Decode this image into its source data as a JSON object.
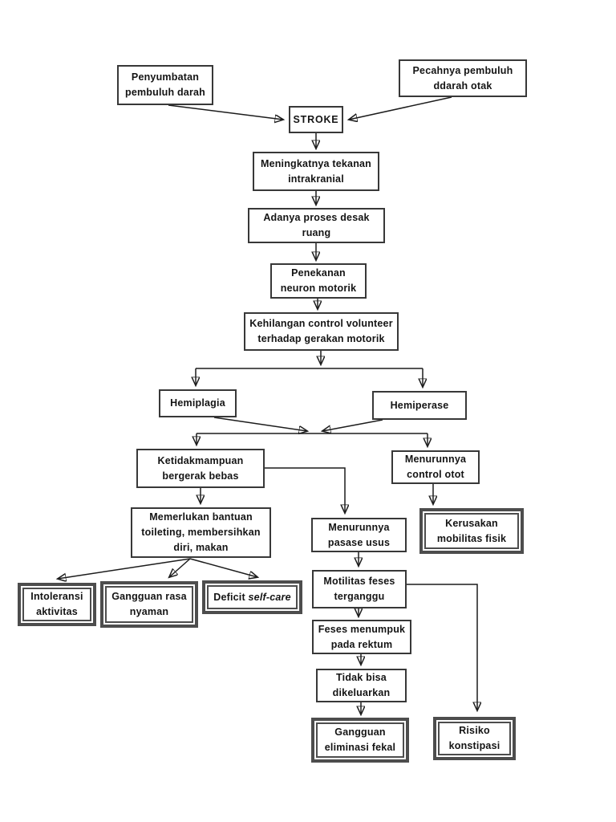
{
  "flowchart": {
    "subject": "STROKE pathway / nursing diagnosis flowchart",
    "colors": {
      "background": "#ffffff",
      "box_border": "#383838",
      "double_box_border": "#4d4d4d",
      "text": "#141414",
      "arrow": "#1c1c1c"
    },
    "nodes": {
      "penyumbatan": {
        "label": "Penyumbatan pembuluh darah",
        "lines": [
          "Penyumbatan",
          "pembuluh darah"
        ],
        "style": "single"
      },
      "pecahnya": {
        "label": "Pecahnya pembuluh ddarah otak",
        "lines": [
          "Pecahnya pembuluh",
          "ddarah otak"
        ],
        "style": "single"
      },
      "stroke": {
        "label": "STROKE",
        "lines": [
          "STROKE"
        ],
        "style": "single"
      },
      "tekanan": {
        "label": "Meningkatnya tekanan intrakranial",
        "lines": [
          "Meningkatnya tekanan",
          "intrakranial"
        ],
        "style": "single"
      },
      "desak": {
        "label": "Adanya proses desak ruang",
        "lines": [
          "Adanya proses desak",
          "ruang"
        ],
        "style": "single"
      },
      "penekanan": {
        "label": "Penekanan neuron motorik",
        "lines": [
          "Penekanan",
          "neuron motorik"
        ],
        "style": "single"
      },
      "kehilangan": {
        "label": "Kehilangan control volunteer terhadap gerakan motorik",
        "lines": [
          "Kehilangan control volunteer",
          "terhadap gerakan motorik"
        ],
        "style": "single"
      },
      "hemiplagia": {
        "label": "Hemiplagia",
        "lines": [
          "Hemiplagia"
        ],
        "style": "single"
      },
      "hemiperase": {
        "label": "Hemiperase",
        "lines": [
          "Hemiperase"
        ],
        "style": "single"
      },
      "ketidakmampuan": {
        "label": "Ketidakmampuan bergerak bebas",
        "lines": [
          "Ketidakmampuan",
          "bergerak bebas"
        ],
        "style": "single"
      },
      "control_otot": {
        "label": "Menurunnya control otot",
        "lines": [
          "Menurunnya",
          "control otot"
        ],
        "style": "single"
      },
      "memerlukan": {
        "label": "Memerlukan bantuan toileting, membersihkan diri, makan",
        "lines": [
          "Memerlukan bantuan",
          "toileting, membersihkan",
          "diri, makan"
        ],
        "style": "single"
      },
      "kerusakan": {
        "label": "Kerusakan mobilitas fisik",
        "lines": [
          "Kerusakan",
          "mobilitas fisik"
        ],
        "style": "double"
      },
      "pasase": {
        "label": "Menurunnya pasase usus",
        "lines": [
          "Menurunnya",
          "pasase usus"
        ],
        "style": "single"
      },
      "intoleransi": {
        "label": "Intoleransi aktivitas",
        "lines": [
          "Intoleransi",
          "aktivitas"
        ],
        "style": "double"
      },
      "rasa_nyaman": {
        "label": "Gangguan rasa nyaman",
        "lines": [
          "Gangguan rasa",
          "nyaman"
        ],
        "style": "double"
      },
      "deficit": {
        "label": "Deficit self-care",
        "prefix": "Deficit ",
        "italic": "self-care",
        "style": "double"
      },
      "motilitas": {
        "label": "Motilitas feses terganggu",
        "lines": [
          "Motilitas feses",
          "terganggu"
        ],
        "style": "single"
      },
      "feses": {
        "label": "Feses menumpuk pada rektum",
        "lines": [
          "Feses menumpuk",
          "pada rektum"
        ],
        "style": "single"
      },
      "tidak_bisa": {
        "label": "Tidak bisa dikeluarkan",
        "lines": [
          "Tidak bisa",
          "dikeluarkan"
        ],
        "style": "single"
      },
      "eliminasi": {
        "label": "Gangguan eliminasi fekal",
        "lines": [
          "Gangguan",
          "eliminasi fekal"
        ],
        "style": "double"
      },
      "risiko": {
        "label": "Risiko konstipasi",
        "lines": [
          "Risiko",
          "konstipasi"
        ],
        "style": "double"
      }
    },
    "edges": [
      {
        "from": "penyumbatan",
        "to": "stroke"
      },
      {
        "from": "pecahnya",
        "to": "stroke"
      },
      {
        "from": "stroke",
        "to": "tekanan"
      },
      {
        "from": "tekanan",
        "to": "desak"
      },
      {
        "from": "desak",
        "to": "penekanan"
      },
      {
        "from": "penekanan",
        "to": "kehilangan"
      },
      {
        "from": "kehilangan",
        "to": "hemiplagia"
      },
      {
        "from": "kehilangan",
        "to": "hemiperase"
      },
      {
        "from": "hemiplagia",
        "to": "ketidakmampuan"
      },
      {
        "from": "hemiplagia",
        "to": "control_otot"
      },
      {
        "from": "hemiperase",
        "to": "ketidakmampuan"
      },
      {
        "from": "hemiperase",
        "to": "control_otot"
      },
      {
        "from": "ketidakmampuan",
        "to": "memerlukan"
      },
      {
        "from": "ketidakmampuan",
        "to": "pasase"
      },
      {
        "from": "control_otot",
        "to": "kerusakan"
      },
      {
        "from": "memerlukan",
        "to": "intoleransi"
      },
      {
        "from": "memerlukan",
        "to": "rasa_nyaman"
      },
      {
        "from": "memerlukan",
        "to": "deficit"
      },
      {
        "from": "pasase",
        "to": "motilitas"
      },
      {
        "from": "motilitas",
        "to": "feses"
      },
      {
        "from": "motilitas",
        "to": "risiko"
      },
      {
        "from": "feses",
        "to": "tidak_bisa"
      },
      {
        "from": "tidak_bisa",
        "to": "eliminasi"
      }
    ]
  }
}
